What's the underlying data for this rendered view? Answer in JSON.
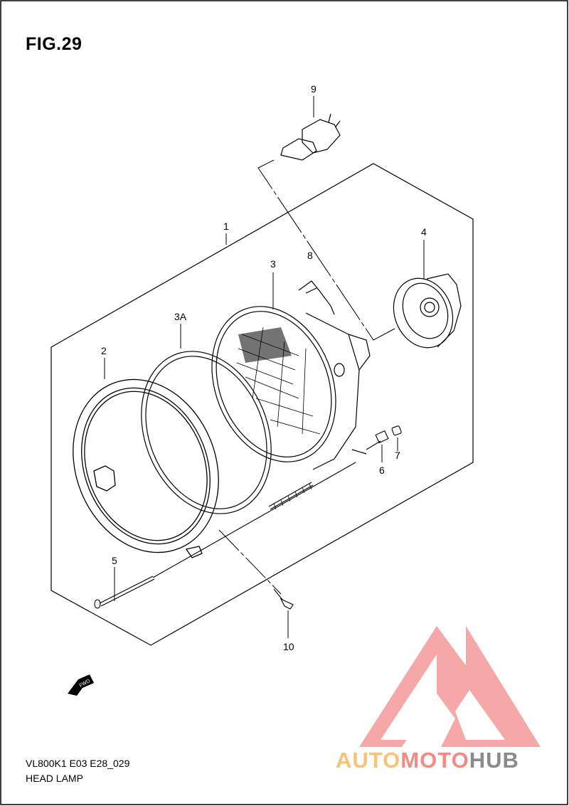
{
  "figure": {
    "title": "FIG.29",
    "code": "VL800K1 E03 E28_029",
    "name": "HEAD LAMP"
  },
  "callouts": {
    "c1": "1",
    "c2": "2",
    "c3": "3",
    "c3a": "3A",
    "c4": "4",
    "c5": "5",
    "c6": "6",
    "c7": "7",
    "c8": "8",
    "c9": "9",
    "c10": "10"
  },
  "direction_arrow": {
    "label": "FWD"
  },
  "watermark": {
    "part_a": "AUTO",
    "part_b": "MOTO",
    "part_c": "HUB",
    "color_a": "#f7c279",
    "color_b": "#f48a86",
    "color_c": "#8a8a8a",
    "logo_color": "#f49a98"
  },
  "colors": {
    "line": "#000000",
    "background": "#ffffff"
  }
}
